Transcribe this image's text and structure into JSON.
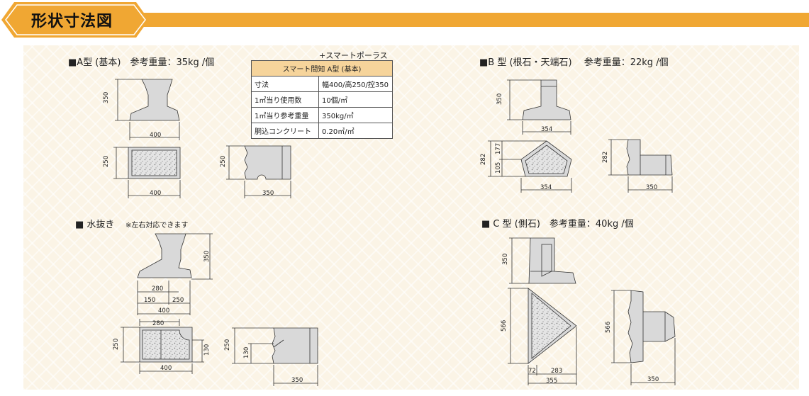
{
  "header": {
    "title": "形状寸法図"
  },
  "sections": {
    "a": {
      "title": "■A型 (基本)　参考重量：35kg /個"
    },
    "b": {
      "title": "■B 型 (根石・天端石)　 参考重量：22kg /個"
    },
    "c": {
      "title": "■ C 型 (側石)　参考重量：40kg /個"
    },
    "drain": {
      "title": "■ 水抜き",
      "note": "※左右対応できます"
    }
  },
  "spec_table": {
    "caption": "+スマートポーラス",
    "head": "スマート間知 A型 (基本)",
    "rows": [
      {
        "key": "寸法",
        "value": "幅400/高250/控350"
      },
      {
        "key": "1㎡当り使用数",
        "value": "10個/㎡"
      },
      {
        "key": "1㎡当り参考重量",
        "value": "350kg/㎡"
      },
      {
        "key": "胴込コンクリート",
        "value": "0.20㎥/㎡"
      }
    ]
  },
  "dims": {
    "a_side_h": "350",
    "a_side_w": "400",
    "a_face_h": "250",
    "a_face_w": "400",
    "a_back_h": "250",
    "a_back_w": "350",
    "w_side_h": "350",
    "w_280": "280",
    "w_150": "150",
    "w_250": "250",
    "w_400": "400",
    "w_face_280": "280",
    "w_face_h": "250",
    "w_face_130": "130",
    "w_face_w": "400",
    "w_back_h": "250",
    "w_back_130": "130",
    "w_back_w": "350",
    "b_side_h": "350",
    "b_side_w": "354",
    "b_tri_282": "282",
    "b_tri_177": "177",
    "b_tri_105": "105",
    "b_tri_w": "354",
    "b_back_h": "282",
    "b_back_w": "350",
    "c_side_h": "350",
    "c_tri_h": "566",
    "c_72": "72",
    "c_283": "283",
    "c_355": "355",
    "c_back_h": "566",
    "c_back_w": "350"
  },
  "colors": {
    "accent": "#f0a733",
    "panel": "#fbf4e6",
    "table_head": "#f6d49b",
    "block": "#d9d9d9"
  }
}
